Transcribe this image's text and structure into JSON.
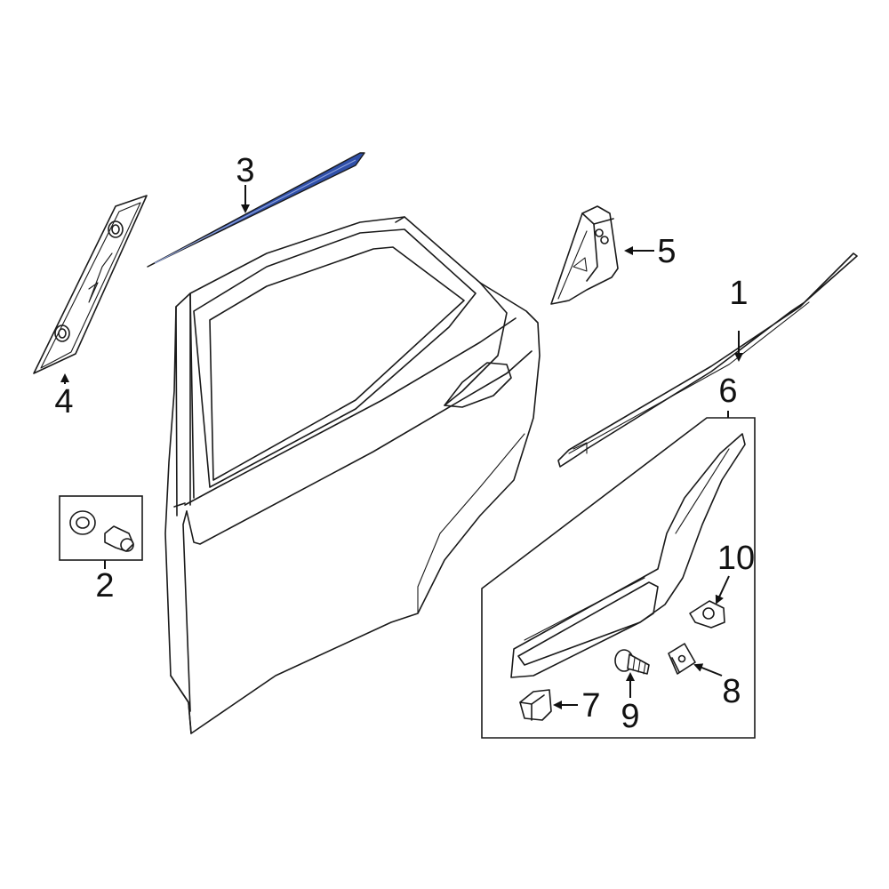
{
  "callouts": [
    {
      "id": "1",
      "label": "1"
    },
    {
      "id": "2",
      "label": "2"
    },
    {
      "id": "3",
      "label": "3"
    },
    {
      "id": "4",
      "label": "4"
    },
    {
      "id": "5",
      "label": "5"
    },
    {
      "id": "6",
      "label": "6"
    },
    {
      "id": "7",
      "label": "7"
    },
    {
      "id": "8",
      "label": "8"
    },
    {
      "id": "9",
      "label": "9"
    },
    {
      "id": "10",
      "label": "10"
    }
  ],
  "colors": {
    "highlight": "#2f4fa8",
    "line": "#1a1a1a",
    "background": "#ffffff"
  }
}
